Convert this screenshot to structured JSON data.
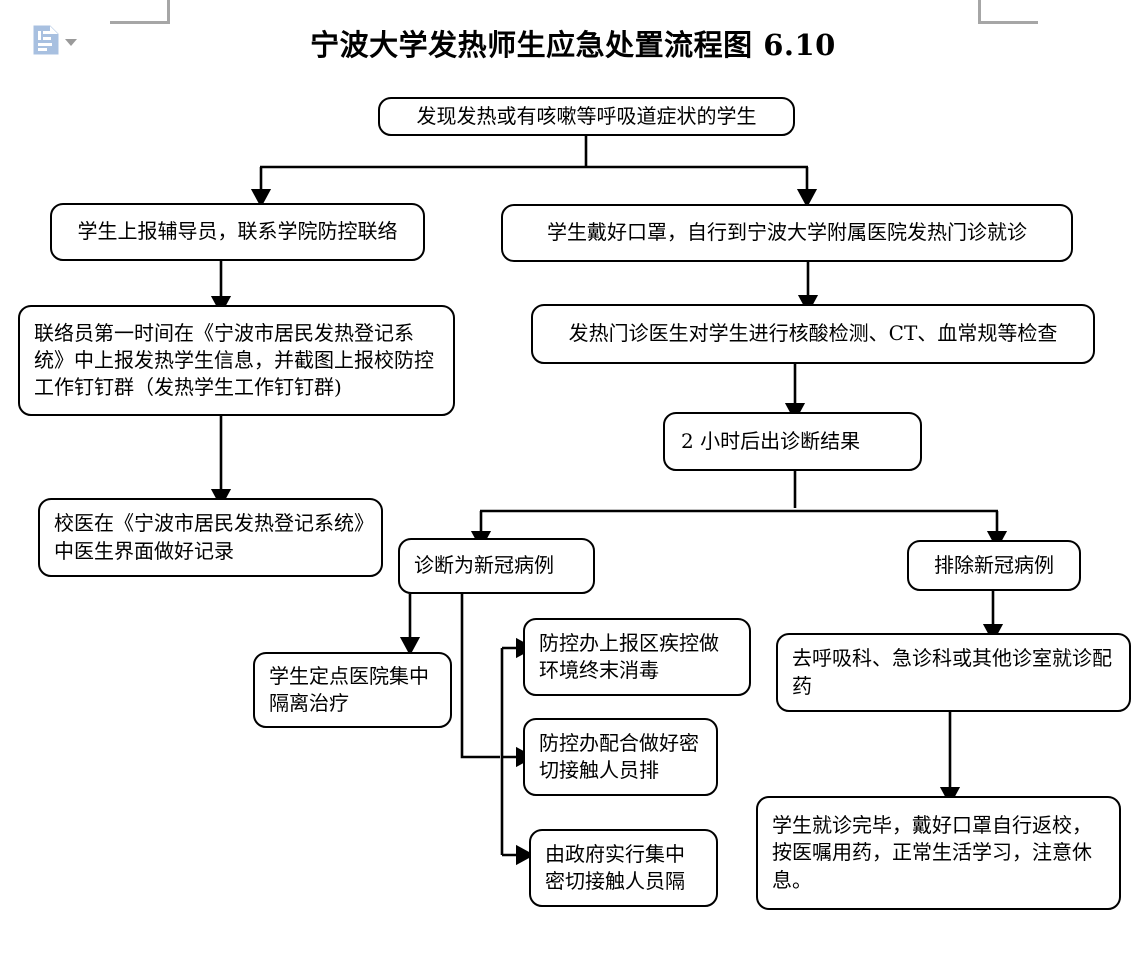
{
  "document": {
    "title": "宁波大学发热师生应急处置流程图 6.10",
    "layout_button_icon": "document-layout-icon",
    "caret_icon": "chevron-down-icon"
  },
  "colors": {
    "stroke": "#000000",
    "background": "#ffffff",
    "margin_mark": "#a6a6a6",
    "icon_blue": "#a8c0e0"
  },
  "flowchart": {
    "type": "flowchart",
    "nodes": [
      {
        "id": "n1",
        "label": "发现发热或有咳嗽等呼吸道症状的学生"
      },
      {
        "id": "n2",
        "label": "学生上报辅导员，联系学院防控联络"
      },
      {
        "id": "n3",
        "label": "联络员第一时间在《宁波市居民发热登记系统》中上报发热学生信息，并截图上报校防控工作钉钉群（发热学生工作钉钉群)"
      },
      {
        "id": "n4",
        "label": "校医在《宁波市居民发热登记系统》中医生界面做好记录"
      },
      {
        "id": "n5",
        "label": "学生戴好口罩，自行到宁波大学附属医院发热门诊就诊"
      },
      {
        "id": "n6",
        "label": "发热门诊医生对学生进行核酸检测、CT、血常规等检查"
      },
      {
        "id": "n7",
        "label": "2 小时后出诊断结果"
      },
      {
        "id": "n8",
        "label": "诊断为新冠病例"
      },
      {
        "id": "n9",
        "label": "排除新冠病例"
      },
      {
        "id": "n10",
        "label": "学生定点医院集中隔离治疗"
      },
      {
        "id": "n11",
        "label": "防控办上报区疾控做环境终末消毒"
      },
      {
        "id": "n12",
        "label": "防控办配合做好密切接触人员排"
      },
      {
        "id": "n13",
        "label": "由政府实行集中密切接触人员隔"
      },
      {
        "id": "n14",
        "label": "去呼吸科、急诊科或其他诊室就诊配药"
      },
      {
        "id": "n15",
        "label": "学生就诊完毕，戴好口罩自行返校，按医嘱用药，正常生活学习，注意休息。"
      }
    ],
    "edges": [
      {
        "from": "n1",
        "to": "n2",
        "style": "elbow-left"
      },
      {
        "from": "n1",
        "to": "n5",
        "style": "elbow-right"
      },
      {
        "from": "n2",
        "to": "n3",
        "style": "straight"
      },
      {
        "from": "n3",
        "to": "n4",
        "style": "straight"
      },
      {
        "from": "n5",
        "to": "n6",
        "style": "straight"
      },
      {
        "from": "n6",
        "to": "n7",
        "style": "straight"
      },
      {
        "from": "n7",
        "to": "n8",
        "style": "elbow-left"
      },
      {
        "from": "n7",
        "to": "n9",
        "style": "elbow-right"
      },
      {
        "from": "n8",
        "to": "n10",
        "style": "straight"
      },
      {
        "from": "n8",
        "to": "n12",
        "style": "elbow-down-right"
      },
      {
        "from": "n8",
        "to": "n11",
        "style": "spine-right"
      },
      {
        "from": "n8",
        "to": "n13",
        "style": "spine-right"
      },
      {
        "from": "n9",
        "to": "n14",
        "style": "straight"
      },
      {
        "from": "n14",
        "to": "n15",
        "style": "straight"
      }
    ]
  }
}
